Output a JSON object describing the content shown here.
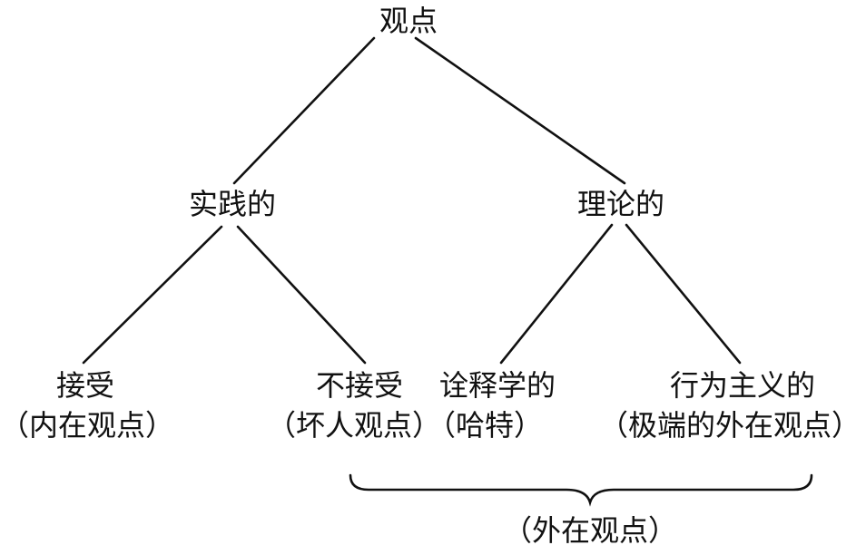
{
  "tree": {
    "root": "观点",
    "practical": "实践的",
    "theoretical": "理论的",
    "accept": {
      "line1": "接受",
      "line2": "（内在观点）"
    },
    "not_accept": {
      "line1": "不接受",
      "line2": "（坏人观点）"
    },
    "hermeneutic": {
      "line1": "诠释学的",
      "line2": "（哈特）"
    },
    "behaviorist": {
      "line1": "行为主义的",
      "line2": "（极端的外在观点）"
    }
  },
  "brace_label": "（外在观点）"
}
